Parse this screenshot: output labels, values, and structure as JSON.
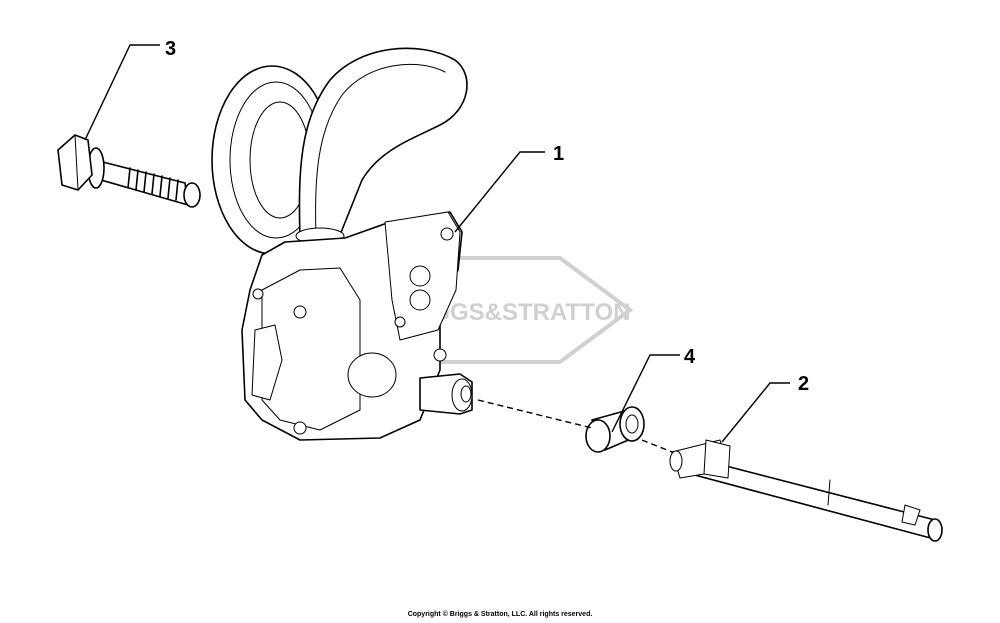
{
  "callouts": {
    "c1": "1",
    "c2": "2",
    "c3": "3",
    "c4": "4"
  },
  "watermark": {
    "text": "BRIGGS&STRATTON"
  },
  "footer": {
    "copyright": "Copyright © Briggs & Stratton, LLC. All rights reserved."
  }
}
